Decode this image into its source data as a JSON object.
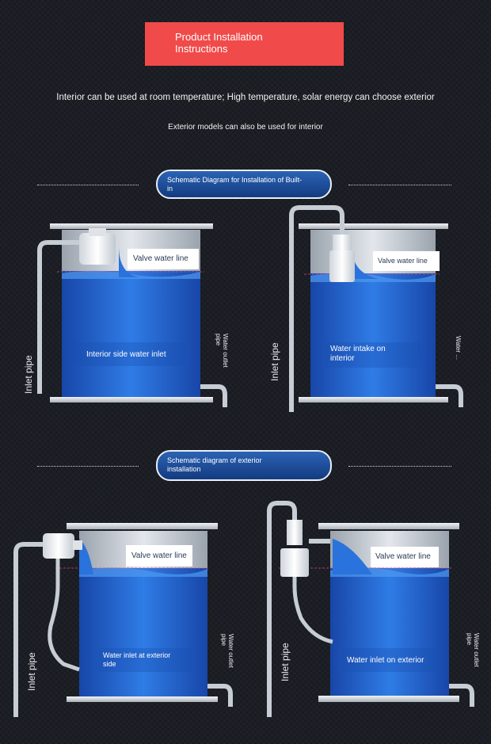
{
  "header": {
    "title_line1": "Product Installation",
    "title_line2": "Instructions"
  },
  "intro": {
    "line1": "Interior can be used at room temperature; High temperature, solar energy can choose exterior",
    "line2": "Exterior models can also be used for interior"
  },
  "section_builtin": {
    "heading_line1": "Schematic Diagram for Installation of Built-",
    "heading_line2": "in",
    "panel_left": {
      "valve_line": "Valve water line",
      "inner_label": "Interior side water inlet",
      "inlet_pipe": "Inlet pipe",
      "outlet_line1": "Water outlet",
      "outlet_line2": "pipe"
    },
    "panel_right": {
      "valve_line": "Valve water line",
      "inner_line1": "Water intake on",
      "inner_line2": "interior",
      "inlet_pipe": "Inlet pipe",
      "outlet_short": "Water ..."
    }
  },
  "section_exterior": {
    "heading_line1": "Schematic diagram of exterior",
    "heading_line2": "installation",
    "panel_left": {
      "valve_line": "Valve water line",
      "inner_line1": "Water inlet at exterior",
      "inner_line2": "side",
      "inlet_pipe": "Inlet pipe",
      "outlet_line1": "Water outlet",
      "outlet_line2": "pipe"
    },
    "panel_right": {
      "valve_line": "Valve water line",
      "inner_label": "Water inlet on exterior",
      "inlet_pipe": "Inlet pipe",
      "outlet_line1": "Water outlet",
      "outlet_line2": "pipe"
    }
  },
  "colors": {
    "title_bg": "#f14a4a",
    "water": "#1f63d6",
    "pill": "#1d4a96",
    "background": "#1b1e24"
  }
}
